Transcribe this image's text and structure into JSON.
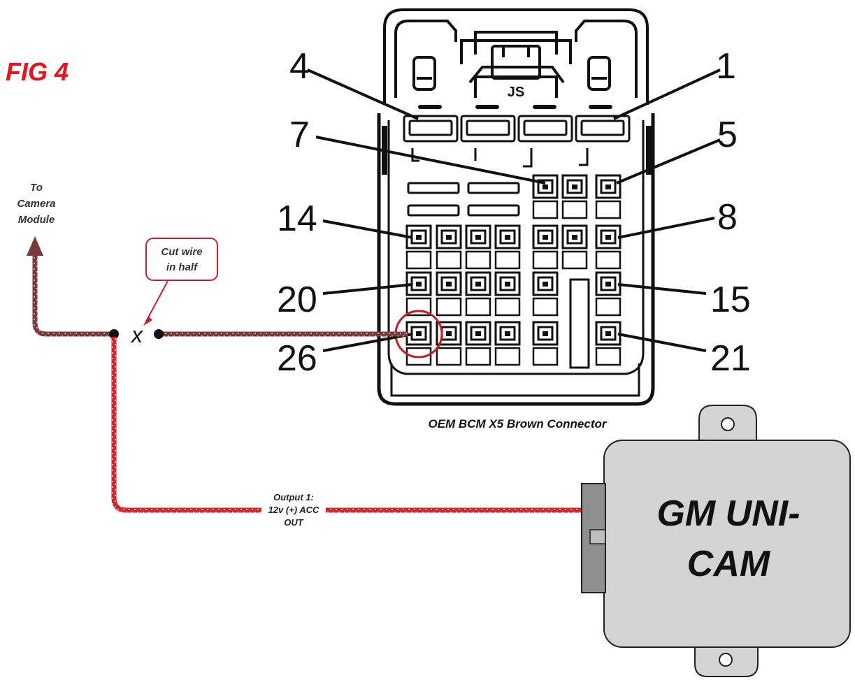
{
  "figure_label": "FIG 4",
  "colors": {
    "figure_label": "#e8131b",
    "output_wire": "#d8232a",
    "camera_wire": "#7a3a3a",
    "cut_callout": "#c8202a",
    "pin_circle": "#c41d24",
    "module_fill": "#d4d4d4",
    "module_connector": "#8f8f8f",
    "ink": "#111111"
  },
  "camera_label": {
    "line1": "To",
    "line2": "Camera",
    "line3": "Module"
  },
  "cut_callout": {
    "line1": "Cut wire",
    "line2": "in half"
  },
  "cut_mark": "x",
  "connector": {
    "caption": "OEM BCM X5 Brown Connector",
    "latch_mark": "JS",
    "pin_labels": {
      "p1": "1",
      "p4": "4",
      "p5": "5",
      "p7": "7",
      "p8": "8",
      "p14": "14",
      "p15": "15",
      "p20": "20",
      "p21": "21",
      "p26": "26"
    },
    "highlighted_pin": "26"
  },
  "output_label": {
    "line1": "Output 1:",
    "line2": "12v (+) ACC",
    "line3": "OUT"
  },
  "module": {
    "title_line1": "GM UNI-",
    "title_line2": "CAM"
  }
}
